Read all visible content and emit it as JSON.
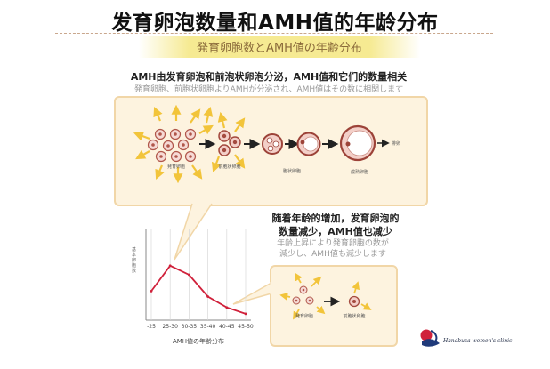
{
  "title": "发育卵泡数量和AMH值的年龄分布",
  "subtitle": "発育卵胞数とAMH値の年齢分布",
  "top_caption": {
    "cn": "AMH由发育卵泡和前泡状卵泡分泌，AMH值和它们的数量相关",
    "jp": "発育卵胞、前胞状卵胞よりAMHが分泌され、AMH値はその数に相関します"
  },
  "process_stages": [
    {
      "label": "発育卵胞"
    },
    {
      "label": "前胞状卵胞"
    },
    {
      "label": "胞状卵胞"
    },
    {
      "label": "成熟卵胞"
    },
    {
      "label": "排卵"
    }
  ],
  "middle_caption": {
    "cn": [
      "随着年龄的增加，发育卵泡的",
      "数量减少，AMH值也减少"
    ],
    "jp": [
      "年齢上昇により発育卵胞の数が",
      "減少し、AMH値も減少します"
    ]
  },
  "small_panel": {
    "labels": [
      "発育卵胞",
      "前胞状卵胞"
    ]
  },
  "chart_data": {
    "type": "line",
    "categories": [
      "-25",
      "25-30",
      "30-35",
      "35-40",
      "40-45",
      "45-50"
    ],
    "values": [
      1.6,
      3.0,
      2.5,
      1.3,
      0.7,
      0.35
    ],
    "xlabel": "AMH値の年齢分布",
    "ylabel": "基本卵胞数",
    "ylim": [
      0,
      5
    ],
    "line_color": "#d0213b",
    "grid": true
  },
  "clinic": {
    "name": "Hanabusa women's clinic"
  },
  "colors": {
    "accent_red": "#d0213b",
    "panel_fill": "#fdf3df",
    "panel_border": "#f1d6a7",
    "arrow_yellow": "#f2c43a",
    "subtitle_highlight": "#f6ea92"
  }
}
